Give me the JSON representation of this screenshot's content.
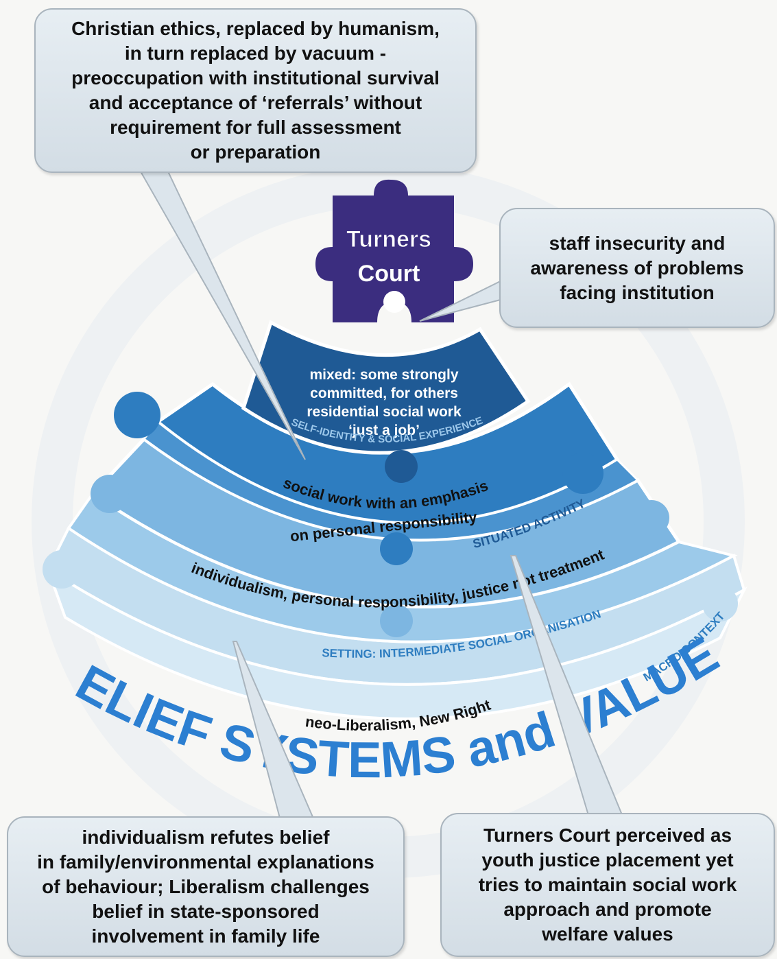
{
  "callouts": {
    "top_left": "Christian ethics, replaced by humanism,\nin turn replaced by vacuum -\npreoccupation with institutional survival\nand acceptance of ‘referrals’ without\nrequirement for full assessment\nor preparation",
    "right": "staff insecurity and\nawareness of problems\nfacing institution",
    "bottom_left": "individualism refutes belief\nin family/environmental explanations\nof behaviour; Liberalism challenges\nbelief in state-sponsored\ninvolvement in family life",
    "bottom_right": "Turners Court perceived as\nyouth justice placement yet\ntries to maintain social work\napproach and promote\nwelfare values"
  },
  "center_piece": {
    "line1": "Turners",
    "line2": "Court"
  },
  "layers": [
    {
      "id": "self-identity",
      "lines": [
        "mixed: some strongly",
        "committed, for others",
        "residential social work",
        "‘just a job’"
      ],
      "rim_label": "SELF-IDENTITY & SOCIAL EXPERIENCE",
      "color": "#1f5a95"
    },
    {
      "id": "situated-activity",
      "lines": [
        "social work with an emphasis",
        "on personal responsibility"
      ],
      "rim_label": "SITUATED ACTIVITY",
      "color": "#2e7dc0"
    },
    {
      "id": "setting",
      "lines": [
        "individualism, personal responsibility, justice not treatment"
      ],
      "rim_label": "SETTING: INTERMEDIATE SOCIAL ORGANISATION",
      "color": "#7db6e1"
    },
    {
      "id": "macro-context",
      "lines": [
        "neo-Liberalism, New Right"
      ],
      "rim_label": "MACRO CONTEXT",
      "color": "#c3def0"
    }
  ],
  "big_title": "BELIEF SYSTEMS and VALUES",
  "colors": {
    "center": "#3b2d7f",
    "title": "#2c7fd1",
    "callout_fill": "#dce5ec",
    "callout_border": "#a9b4bd"
  }
}
